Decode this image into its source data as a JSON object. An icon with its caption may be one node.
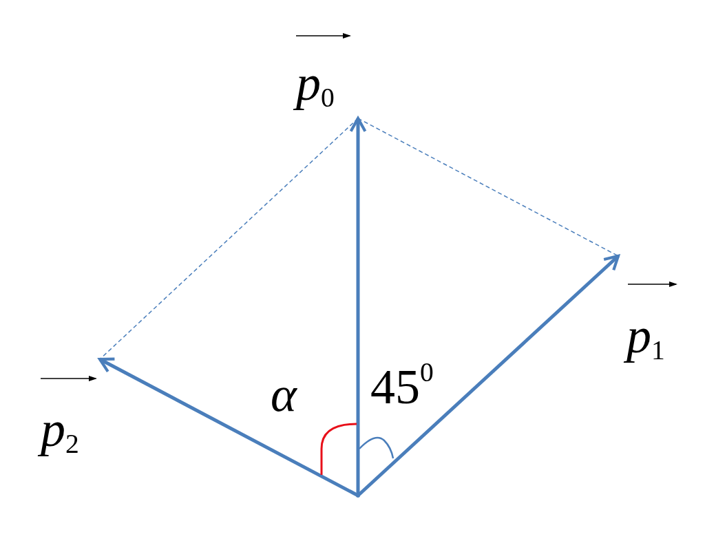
{
  "diagram": {
    "nodes": [
      {
        "text": [],
        "shape": "point"
      },
      {
        "text": [
          "*p*$_{0}$"
        ]
      },
      {
        "text": [
          "*p*$_{1}$"
        ]
      },
      {
        "text": [
          "*p*$_{2}$"
        ]
      }
    ],
    "edges": [
      {
        "from": 0,
        "to": 1,
        "arrow": "to"
      },
      {
        "from": 0,
        "to": 2,
        "arrow": "to"
      },
      {
        "from": 0,
        "to": 3,
        "arrow": "to"
      },
      {
        "from": 1,
        "to": 2,
        "arrow": "none",
        "style": "dashed"
      },
      {
        "from": 1,
        "to": 3,
        "arrow": "none",
        "style": "dashed"
      }
    ],
    "labels": [
      "*α*",
      "45$^{0}$"
    ]
  }
}
